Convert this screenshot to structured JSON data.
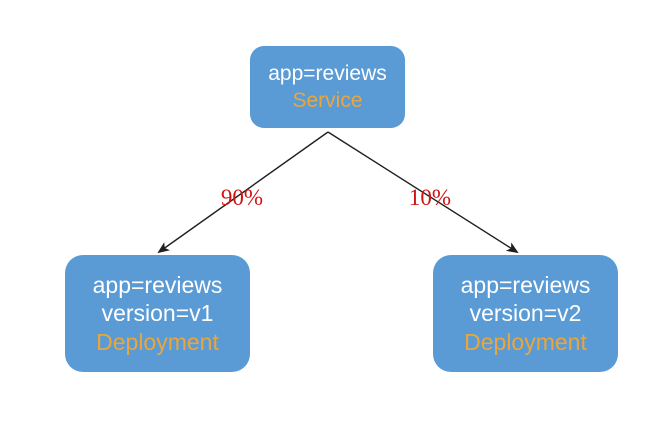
{
  "diagram": {
    "description": "Service traffic-split diagram: one Service routing to two Deployments",
    "nodes": {
      "service": {
        "line1": "app=reviews",
        "kind": "Service"
      },
      "v1": {
        "line1": "app=reviews",
        "line2": "version=v1",
        "kind": "Deployment"
      },
      "v2": {
        "line1": "app=reviews",
        "line2": "version=v2",
        "kind": "Deployment"
      }
    },
    "edges": {
      "to_v1": {
        "from": "service",
        "to": "v1",
        "weight": "90%"
      },
      "to_v2": {
        "from": "service",
        "to": "v2",
        "weight": "10%"
      }
    },
    "colors": {
      "background": "#ffffff",
      "node_fill": "#5b9bd5",
      "node_text": "#ffffff",
      "kind_text": "#e9a63c",
      "edge_line": "#1f1f1f",
      "weight_text": "#d01212"
    }
  }
}
